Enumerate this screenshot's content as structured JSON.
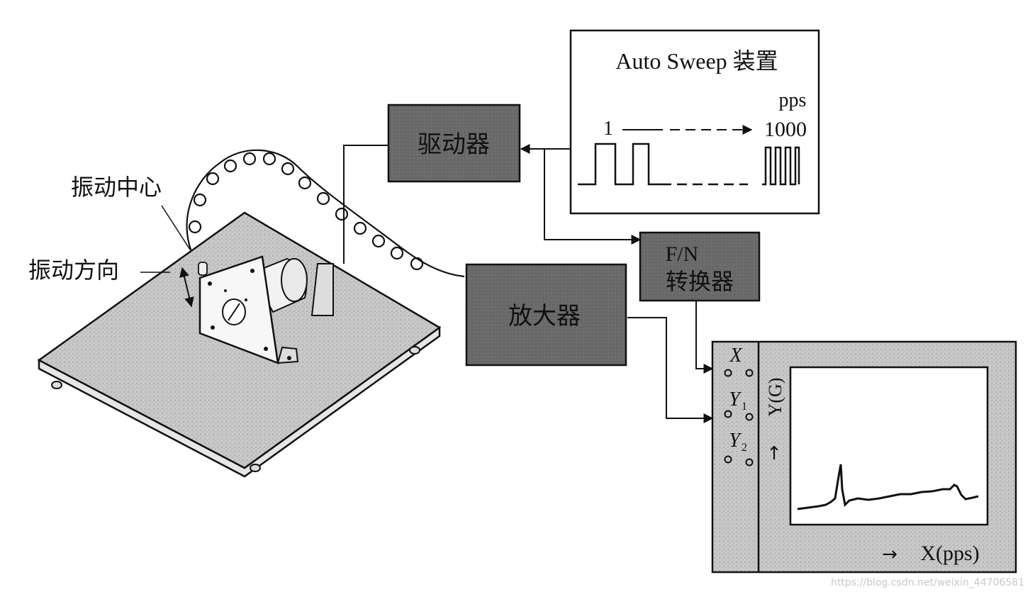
{
  "labels": {
    "vibration_center": "振动中心",
    "vibration_direction": "振动方向"
  },
  "boxes": {
    "driver": "驱动器",
    "amplifier": "放大器",
    "fn_line1": "F/N",
    "fn_line2": "转换器"
  },
  "auto_sweep": {
    "title": "Auto Sweep 装置",
    "unit": "pps",
    "start": "1",
    "end": "1000"
  },
  "recorder": {
    "x_input": "X",
    "y1_input": "Y",
    "y1_sub": "1",
    "y2_input": "Y",
    "y2_sub": "2",
    "y_axis": "Y(G)",
    "y_arrow": "↑",
    "x_axis": "X(pps)",
    "x_arrow": "→"
  },
  "watermark": "https://blog.csdn.net/weixin_44706581",
  "colors": {
    "box_fill": "#6b6b6b",
    "panel_fill": "#cfcfcf",
    "plate_fill": "#c4c4c4",
    "line": "#111111"
  },
  "icons": {
    "vibration_plate": "vibration-table-icon",
    "motor": "stepper-motor-icon",
    "cable": "coiled-cable-icon"
  }
}
